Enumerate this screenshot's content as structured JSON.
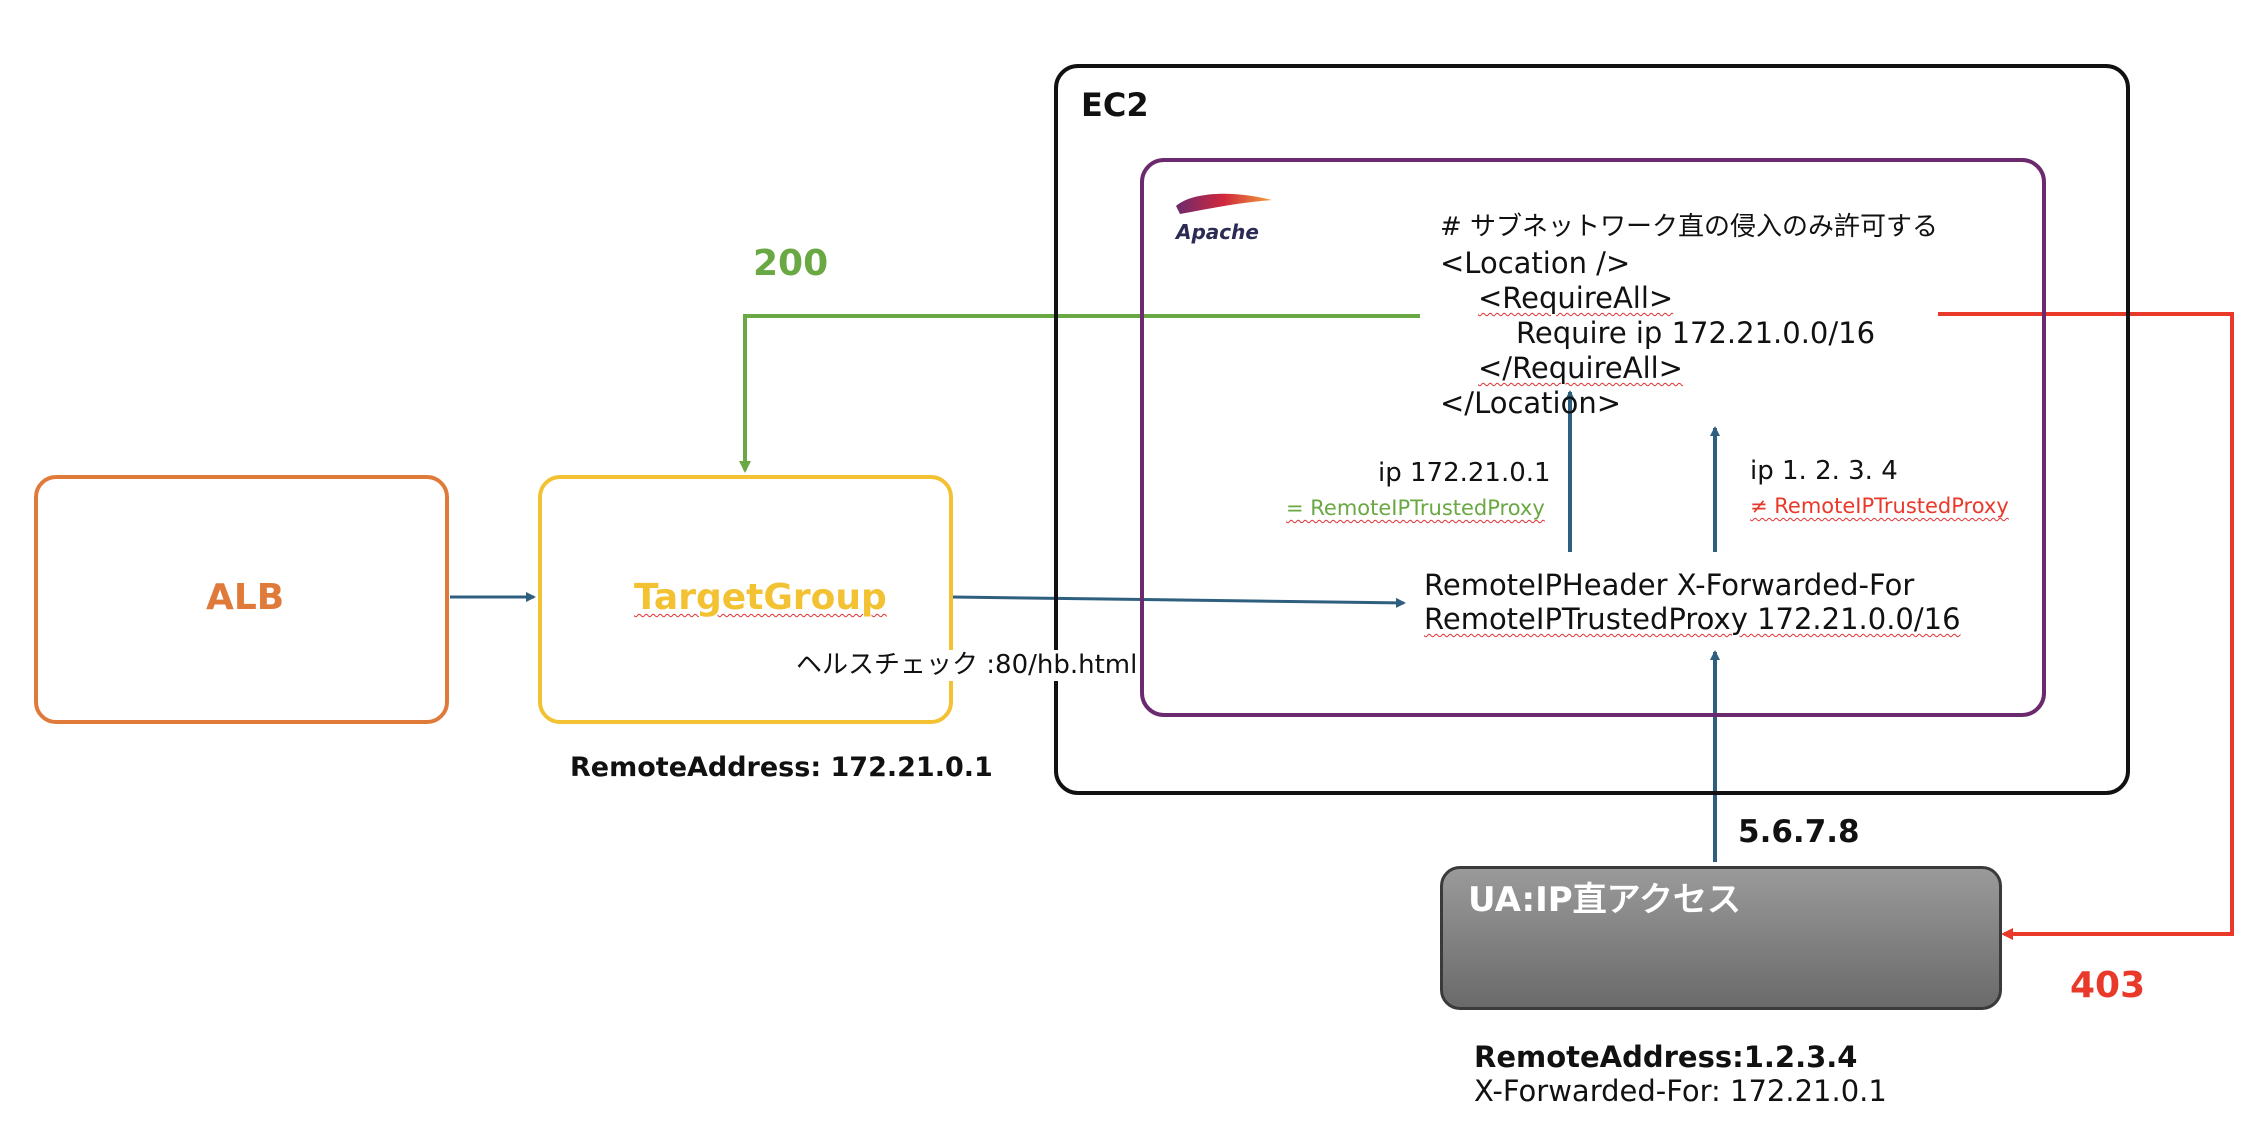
{
  "ec2": {
    "label": "EC2"
  },
  "apache": {
    "logo_text": "Apache"
  },
  "config": {
    "line1": "# サブネットワーク直の侵入のみ許可する",
    "line2": "<Location />",
    "line3": "<RequireAll>",
    "line4": "Require ip 172.21.0.0/16",
    "line5": "</RequireAll>",
    "line6": "</Location>"
  },
  "remoteip": {
    "header": "RemoteIPHeader X-Forwarded-For",
    "trusted": "RemoteIPTrustedProxy 172.21.0.0/16"
  },
  "left_check": {
    "ip": "ip 172.21.0.1",
    "relation": "= RemoteIPTrustedProxy"
  },
  "right_check": {
    "ip": "ip 1. 2. 3. 4",
    "relation": "≠ RemoteIPTrustedProxy"
  },
  "alb": {
    "label": "ALB"
  },
  "target_group": {
    "label": "TargetGroup",
    "healthcheck": "ヘルスチェック :80/hb.html",
    "remote_address": "RemoteAddress: 172.21.0.1"
  },
  "ua": {
    "label": "UA:IP直アクセス",
    "ip": "5.6.7.8",
    "remote_address": "RemoteAddress:1.2.3.4",
    "xff": "X-Forwarded-For: 172.21.0.1"
  },
  "status": {
    "ok": "200",
    "forbidden": "403"
  },
  "colors": {
    "alb": "#e07a3a",
    "target_group": "#f2c232",
    "apache_frame": "#6b2a6e",
    "arrow_blue": "#2f5f7f",
    "ok_green": "#6aa843",
    "forbidden_red": "#e8392a",
    "ua_fill": "#7d7d7d"
  }
}
